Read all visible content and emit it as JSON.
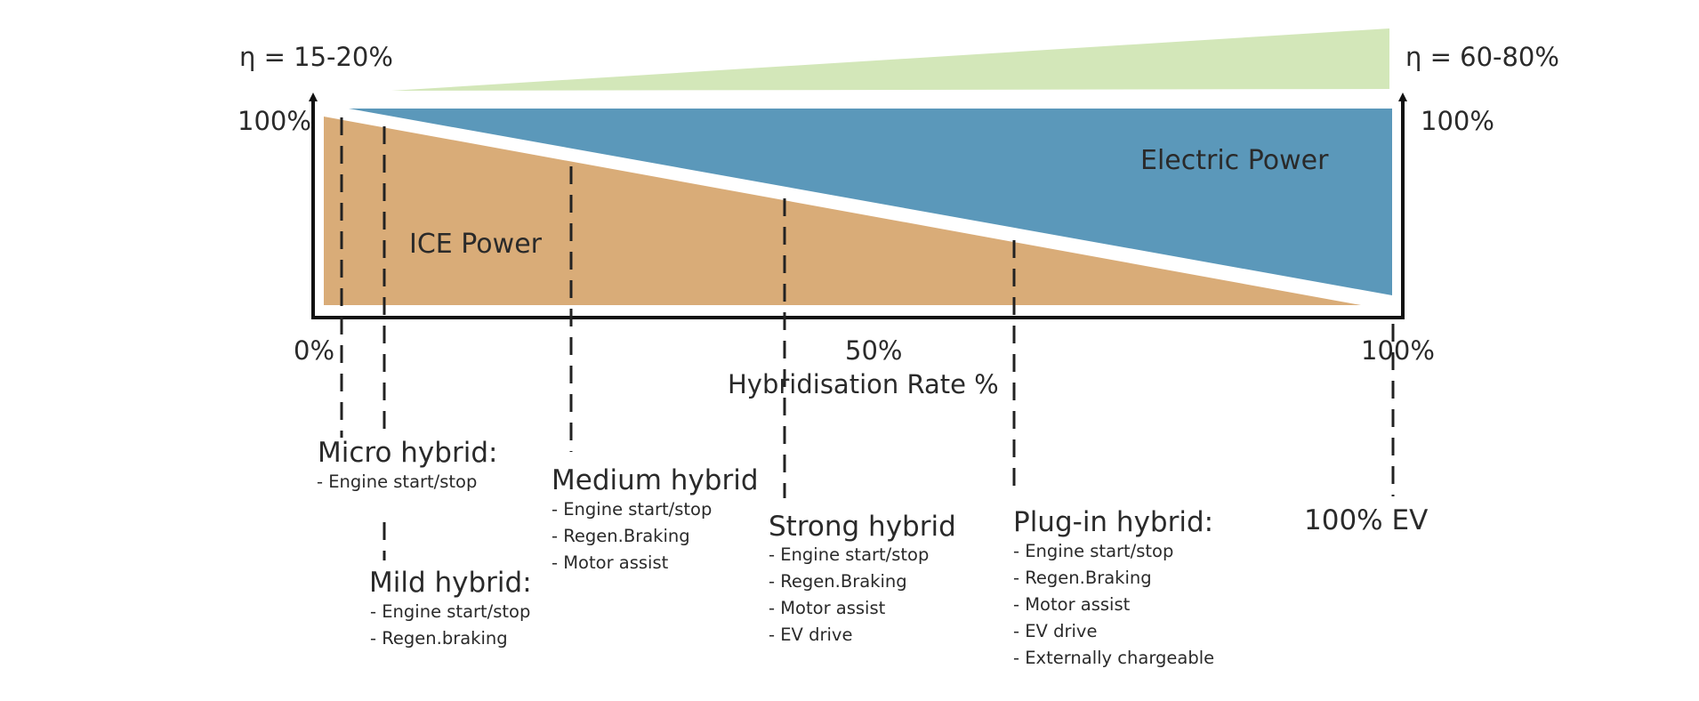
{
  "efficiency": {
    "left": "η = 15-20%",
    "right": "η = 60-80%"
  },
  "axis": {
    "y_left_max": "100%",
    "y_right_max": "100%",
    "x_ticks": [
      "0%",
      "50%",
      "100%"
    ],
    "x_label": "Hybridisation Rate %"
  },
  "regions": {
    "ice": "ICE Power",
    "electric": "Electric Power"
  },
  "colors": {
    "ice": "#d9ac78",
    "electric": "#5b98ba",
    "efficiency_wedge": "#d3e7b9",
    "axis": "#111111"
  },
  "categories": [
    {
      "title": "Micro hybrid:",
      "items": [
        "- Engine start/stop"
      ]
    },
    {
      "title": "Mild hybrid:",
      "items": [
        "- Engine start/stop",
        "- Regen.braking"
      ]
    },
    {
      "title": "Medium hybrid",
      "items": [
        "- Engine start/stop",
        "- Regen.Braking",
        "- Motor assist"
      ]
    },
    {
      "title": "Strong hybrid",
      "items": [
        "- Engine start/stop",
        "- Regen.Braking",
        "- Motor assist",
        "- EV drive"
      ]
    },
    {
      "title": "Plug-in hybrid:",
      "items": [
        "- Engine start/stop",
        "- Regen.Braking",
        "- Motor assist",
        "- EV drive",
        "- Externally chargeable"
      ]
    },
    {
      "title": "100% EV",
      "items": []
    }
  ]
}
